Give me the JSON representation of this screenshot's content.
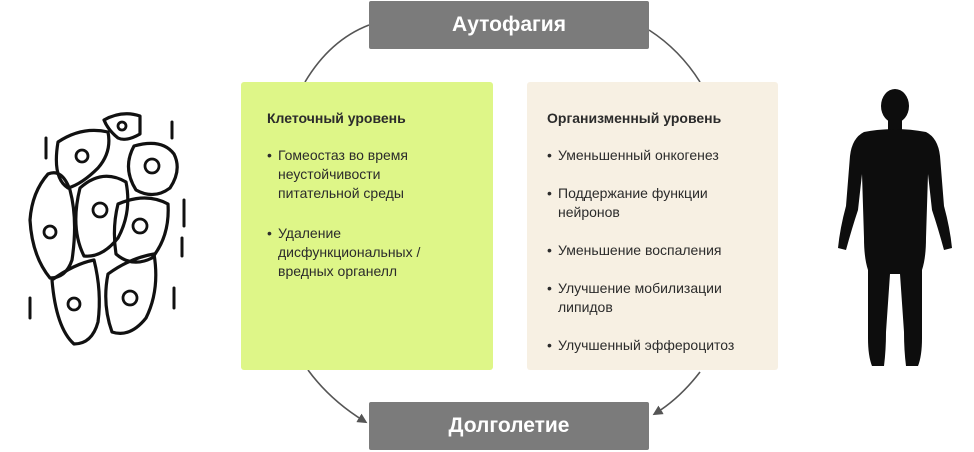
{
  "diagram": {
    "top_label": "Аутофагия",
    "bottom_label": "Долголетие",
    "cellular": {
      "title": "Клеточный уровень",
      "items": [
        "Гомеостаз во время\nнеустойчивости\nпитательной среды",
        "Удаление\nдисфункциональных /\nвредных органелл"
      ]
    },
    "organismal": {
      "title": "Организменный уровень",
      "items": [
        "Уменьшенный   онкогенез",
        "Поддержание функции\nнейронов",
        "Уменьшение воспаления",
        "Улучшение мобилизации\nлипидов",
        "Улучшенный эффероцитоз"
      ]
    },
    "colors": {
      "pill": "#7b7b7b",
      "cellular_panel": "#def688",
      "organismal_panel": "#f7f0e3",
      "arrows": "#555555"
    },
    "icons": [
      "cells-icon",
      "human-silhouette-icon"
    ]
  }
}
